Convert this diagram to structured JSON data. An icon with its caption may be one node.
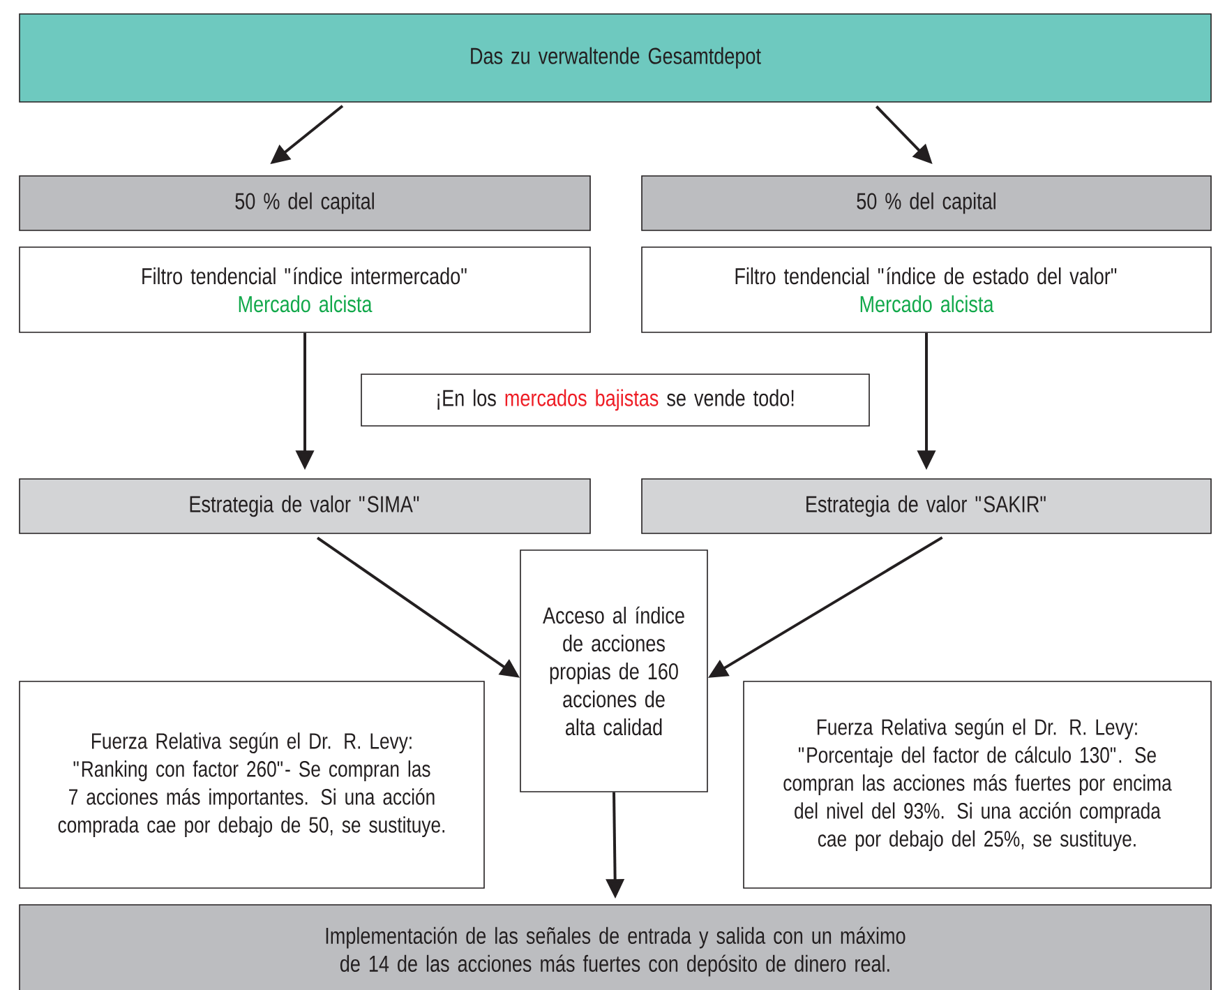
{
  "diagram": {
    "nodes": [
      {
        "text": [
          "Das zu verwaltende Gesamtdepot"
        ]
      },
      {
        "text": [
          "50 % del capital"
        ]
      },
      {
        "text": [
          "50 % del capital"
        ]
      },
      {
        "text": [
          "Filtro tendencial \"índice intermercado\"",
          "Mercado alcista"
        ]
      },
      {
        "text": [
          "Filtro tendencial \"índice de estado del valor\"",
          "Mercado alcista"
        ]
      },
      {
        "text": [
          "¡En los",
          "mercados bajistas",
          "se vende todo!"
        ]
      },
      {
        "text": [
          "Estrategia de valor \"SIMA\""
        ]
      },
      {
        "text": [
          "Estrategia de valor \"SAKIR\""
        ]
      },
      {
        "text": [
          "Acceso al índice de acciones propias de 160 acciones de alta calidad"
        ]
      },
      {
        "text": [
          "Fuerza Relativa según el Dr. R. Levy: \"Ranking con factor 260\"- Se compran las 7 acciones más importantes. Si una acción comprada cae por debajo de 50, se sustituye."
        ]
      },
      {
        "text": [
          "Fuerza Relativa según el Dr. R. Levy: \"Porcentaje del factor de cálculo 130\". Se compran las acciones más fuertes por encima del nivel del 93%. Si una acción comprada cae por debajo del 25%, se sustituye."
        ]
      },
      {
        "text": [
          "Implementación de las señales de entrada y salida con un máximo de 14 de las acciones más fuertes con depósito de dinero real."
        ]
      }
    ],
    "edges": [
      {
        "from": 0,
        "to": 1,
        "arrow": "to"
      },
      {
        "from": 0,
        "to": 2,
        "arrow": "to"
      },
      {
        "from": 3,
        "to": 6,
        "arrow": "to"
      },
      {
        "from": 4,
        "to": 7,
        "arrow": "to"
      },
      {
        "from": 6,
        "to": 8,
        "arrow": "to"
      },
      {
        "from": 7,
        "to": 8,
        "arrow": "to"
      },
      {
        "from": 8,
        "to": 11,
        "arrow": "to"
      }
    ]
  }
}
